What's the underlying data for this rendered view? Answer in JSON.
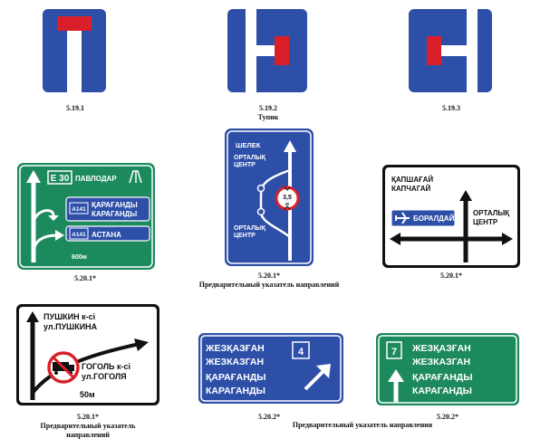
{
  "colors": {
    "blue": "#2d4fa8",
    "green": "#1c8a5c",
    "red": "#d9202a",
    "white": "#ffffff",
    "black": "#111111"
  },
  "captions": {
    "c1": "5.19.1",
    "c2": "5.19.2",
    "c2_sub": "Тупик",
    "c3": "5.19.3",
    "c4": "5.20.1*",
    "c5": "5.20.1*",
    "c5_sub": "Предварительный указатель направлений",
    "c6": "5.20.1*",
    "c7": "5.20.1*",
    "c7_sub1": "Предварительный указатель",
    "c7_sub2": "направлений",
    "c8": "5.20.2*",
    "c8_sub": "Предварительный указатель направления",
    "c9": "5.20.2*"
  },
  "sign_green": {
    "route": "E 30",
    "city": "ПАВЛОДАР",
    "route2": "A141",
    "dest2a": "ҚАРАҒАНДЫ",
    "dest2b": "КАРАГАНДЫ",
    "route3": "A141",
    "dest3": "АСТАНА",
    "distance": "600м"
  },
  "sign_blue_center": {
    "top": "ШЕЛЕК",
    "mid1a": "ОРТАЛЫҚ",
    "mid1b": "ЦЕНТР",
    "limit_value": "3,5",
    "limit_unit": "м",
    "mid2a": "ОРТАЛЫҚ",
    "mid2b": "ЦЕНТР"
  },
  "sign_white_right": {
    "top1": "ҚАПШАҒАЙ",
    "top2": "КАПЧАГАЙ",
    "airport": "БОРАЛДАЙ",
    "right1": "ОРТАЛЫҚ",
    "right2": "ЦЕНТР"
  },
  "sign_white_left": {
    "top1": "ПУШКИН к-сі",
    "top2": "ул.ПУШКИНА",
    "mid1": "ГОГОЛЬ к-сі",
    "mid2": "ул.ГОГОЛЯ",
    "distance": "50м"
  },
  "sign_blue_bottom": {
    "l1": "ЖЕЗҚАЗҒАН",
    "l2": "ЖЕЗКАЗГАН",
    "l3": "ҚАРАҒАНДЫ",
    "l4": "КАРАГАНДЫ",
    "num": "4"
  },
  "sign_green_bottom": {
    "num": "7",
    "l1": "ЖЕЗҚАЗҒАН",
    "l2": "ЖЕЗКАЗГАН",
    "l3": "ҚАРАҒАНДЫ",
    "l4": "КАРАГАНДЫ"
  }
}
